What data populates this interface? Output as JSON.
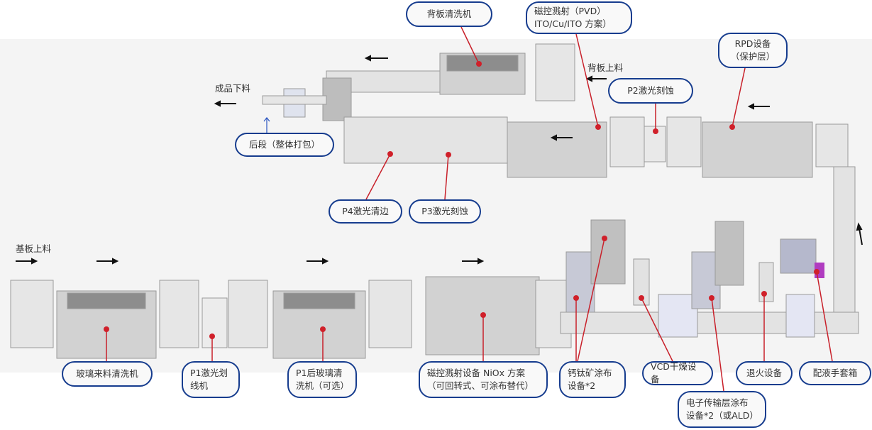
{
  "title_labels": {
    "finished_unload": "成品下料",
    "backsheet_load": "背板上料",
    "substrate_load": "基板上料"
  },
  "callouts": [
    {
      "id": "backsheet-cleaner",
      "lines": [
        "背板清洗机"
      ]
    },
    {
      "id": "pvd",
      "lines": [
        "磁控溅射（PVD）",
        "ITO/Cu/ITO 方案）"
      ]
    },
    {
      "id": "rpd",
      "lines": [
        "RPD设备",
        "（保护层）"
      ]
    },
    {
      "id": "p2",
      "lines": [
        "P2激光刻蚀"
      ]
    },
    {
      "id": "backend",
      "lines": [
        "后段（整体打包）"
      ]
    },
    {
      "id": "p4",
      "lines": [
        "P4激光清边"
      ]
    },
    {
      "id": "p3",
      "lines": [
        "P3激光刻蚀"
      ]
    },
    {
      "id": "glass-cleaner",
      "lines": [
        "玻璃来料清洗机"
      ]
    },
    {
      "id": "p1",
      "lines": [
        "P1激光划",
        "线机"
      ]
    },
    {
      "id": "p1-cleaner",
      "lines": [
        "P1后玻璃清",
        "洗机（可选）"
      ]
    },
    {
      "id": "nio",
      "lines": [
        "磁控溅射设备 NiOx 方案",
        "（可回转式、可涂布替代）"
      ]
    },
    {
      "id": "perovskite",
      "lines": [
        "钙钛矿涂布",
        "设备*2"
      ]
    },
    {
      "id": "vcd",
      "lines": [
        "VCD干燥设备"
      ]
    },
    {
      "id": "etl",
      "lines": [
        "电子传输层涂布",
        "设备*2（或ALD）"
      ]
    },
    {
      "id": "anneal",
      "lines": [
        "退火设备"
      ]
    },
    {
      "id": "glovebox",
      "lines": [
        "配液手套箱"
      ]
    }
  ],
  "colors": {
    "callout_border": "#163c8e",
    "leader": "#c8202a",
    "band": "#f4f4f4",
    "machine": "#c9c9c9"
  }
}
